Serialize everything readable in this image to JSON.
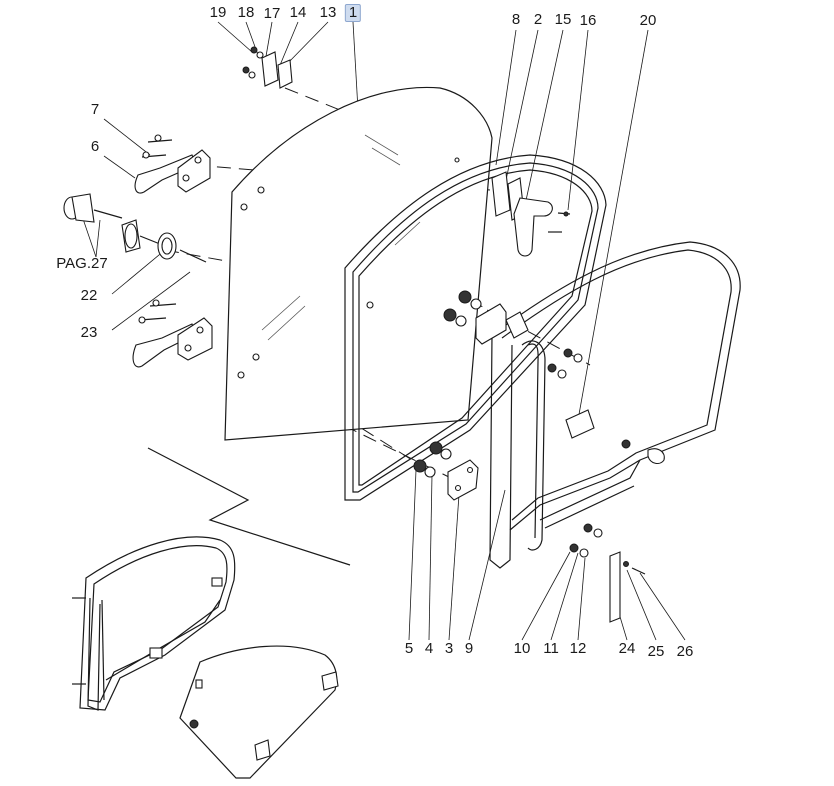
{
  "callouts": {
    "c19": "19",
    "c18": "18",
    "c17": "17",
    "c14": "14",
    "c13": "13",
    "c1": "1",
    "c8": "8",
    "c2": "2",
    "c15": "15",
    "c16": "16",
    "c20": "20",
    "c7": "7",
    "c6": "6",
    "pag27": "PAG.27",
    "c22": "22",
    "c23": "23",
    "c5": "5",
    "c4": "4",
    "c3": "3",
    "c9": "9",
    "c10": "10",
    "c11": "11",
    "c12": "12",
    "c24": "24",
    "c25": "25",
    "c26": "26"
  },
  "highlighted_callout": "1"
}
